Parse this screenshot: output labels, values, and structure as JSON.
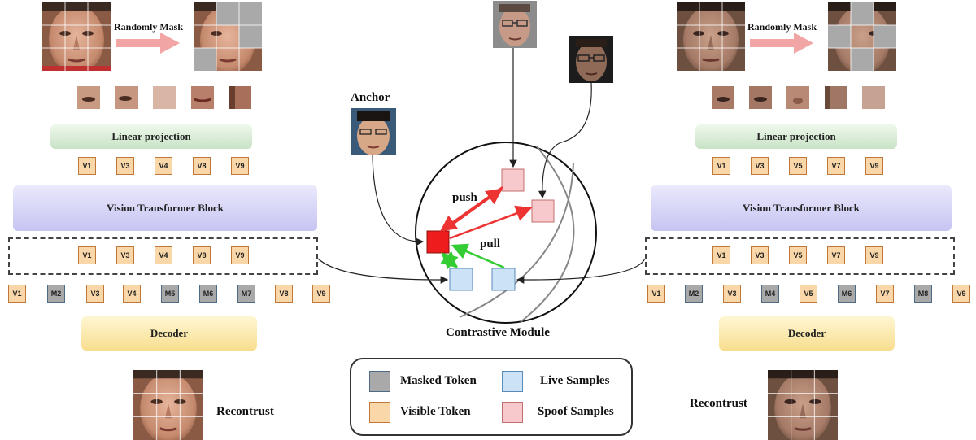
{
  "left": {
    "mask_label": "Randomly Mask",
    "linear_label": "Linear projection",
    "vit_label": "Vision Transformer Block",
    "decoder_label": "Decoder",
    "recon_label": "Recontrust",
    "visible_tokens": [
      "V1",
      "V3",
      "V4",
      "V8",
      "V9"
    ],
    "encoded_tokens": [
      "V1",
      "V3",
      "V4",
      "V8",
      "V9"
    ],
    "decoder_tokens": [
      {
        "label": "V1",
        "masked": false
      },
      {
        "label": "M2",
        "masked": true
      },
      {
        "label": "V3",
        "masked": false
      },
      {
        "label": "V4",
        "masked": false
      },
      {
        "label": "M5",
        "masked": true
      },
      {
        "label": "M6",
        "masked": true
      },
      {
        "label": "M7",
        "masked": true
      },
      {
        "label": "V8",
        "masked": false
      },
      {
        "label": "V9",
        "masked": false
      }
    ]
  },
  "right": {
    "mask_label": "Randomly Mask",
    "linear_label": "Linear projection",
    "vit_label": "Vision Transformer Block",
    "decoder_label": "Decoder",
    "recon_label": "Recontrust",
    "visible_tokens": [
      "V1",
      "V3",
      "V5",
      "V7",
      "V9"
    ],
    "encoded_tokens": [
      "V1",
      "V3",
      "V5",
      "V7",
      "V9"
    ],
    "decoder_tokens": [
      {
        "label": "V1",
        "masked": false
      },
      {
        "label": "M2",
        "masked": true
      },
      {
        "label": "V3",
        "masked": false
      },
      {
        "label": "M4",
        "masked": true
      },
      {
        "label": "V5",
        "masked": false
      },
      {
        "label": "M6",
        "masked": true
      },
      {
        "label": "V7",
        "masked": false
      },
      {
        "label": "M8",
        "masked": true
      },
      {
        "label": "V9",
        "masked": false
      }
    ]
  },
  "center": {
    "anchor_label": "Anchor",
    "push_label": "push",
    "pull_label": "pull",
    "module_label": "Contrastive Module"
  },
  "legend": {
    "masked": "Masked Token",
    "visible": "Visible Token",
    "live": "Live Samples",
    "spoof": "Spoof Samples"
  },
  "colors": {
    "visible_token": "#fad7a8",
    "masked_token": "#a9a9a9",
    "live": "#cce3f7",
    "spoof": "#f7c8cc",
    "anchor": "#ee1c1c",
    "push_arrow": "#ee3333",
    "pull_arrow": "#33cc33",
    "linear_bar": "#d5ead3",
    "vit_bar": "#c9c8f4",
    "decoder_bar": "#fbe8a6",
    "mask_arrow": "#f2a5a5"
  }
}
